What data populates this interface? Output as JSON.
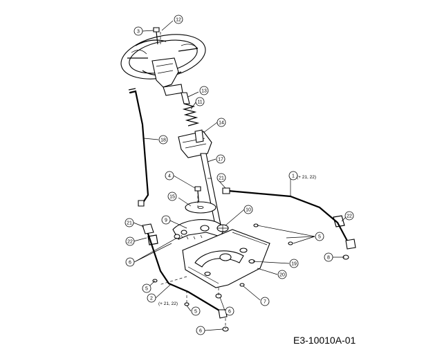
{
  "drawing_code": "E3-10010A-01",
  "callouts": [
    {
      "label": "12"
    },
    {
      "label": "3"
    },
    {
      "label": "13"
    },
    {
      "label": "11"
    },
    {
      "label": "14"
    },
    {
      "label": "18"
    },
    {
      "label": "17"
    },
    {
      "label": "21"
    },
    {
      "label": "1"
    },
    {
      "label": "4"
    },
    {
      "label": "15"
    },
    {
      "label": "9"
    },
    {
      "label": "10"
    },
    {
      "label": "21"
    },
    {
      "label": "22"
    },
    {
      "label": "22"
    },
    {
      "label": "6"
    },
    {
      "label": "5"
    },
    {
      "label": "8"
    },
    {
      "label": "19"
    },
    {
      "label": "20"
    },
    {
      "label": "5"
    },
    {
      "label": "2"
    },
    {
      "label": "7"
    },
    {
      "label": "6"
    },
    {
      "label": "5"
    },
    {
      "label": "6"
    }
  ],
  "notes": {
    "part1_note": "(+ 21, 22)",
    "part2_note": "(+ 21, 22)"
  }
}
